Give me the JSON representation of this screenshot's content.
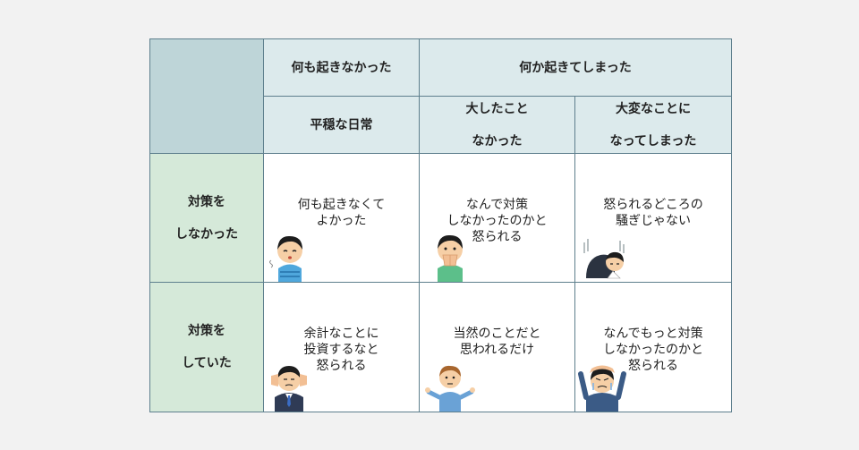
{
  "columns": {
    "group_nothing": "何も起きなかった",
    "group_something": "何か起きてしまった",
    "sub_ordinary": "平穏な日常",
    "sub_minor": [
      "大したこと",
      "なかった"
    ],
    "sub_major": [
      "大変なことに",
      "なってしまった"
    ]
  },
  "rows": {
    "no_measures": [
      "対策を",
      "しなかった"
    ],
    "had_measures": [
      "対策を",
      "していた"
    ]
  },
  "cells": {
    "r1c1": "何も起きなくて\nよかった",
    "r1c2": "なんで対策\nしなかったのかと\n怒られる",
    "r1c3": "怒られるどころの\n騒ぎじゃない",
    "r2c1": "余計なことに\n投資するなと\n怒られる",
    "r2c2": "当然のことだと\n思われるだけ",
    "r2c3": "なんでもっと対策\nしなかったのかと\n怒られる"
  },
  "illustrations": {
    "r1c1": "relieved-boy-icon",
    "r1c2": "covering-mouth-boy-icon",
    "r1c3": "kneeling-despair-man-icon",
    "r2c1": "covering-ears-businessman-icon",
    "r2c2": "shrugging-man-icon",
    "r2c3": "head-holding-man-icon"
  },
  "colors": {
    "corner": "#bed5d8",
    "header": "#dceaec",
    "row_header": "#d5e9d9",
    "border": "#5e7f8d",
    "background": "#f2f2f2"
  }
}
